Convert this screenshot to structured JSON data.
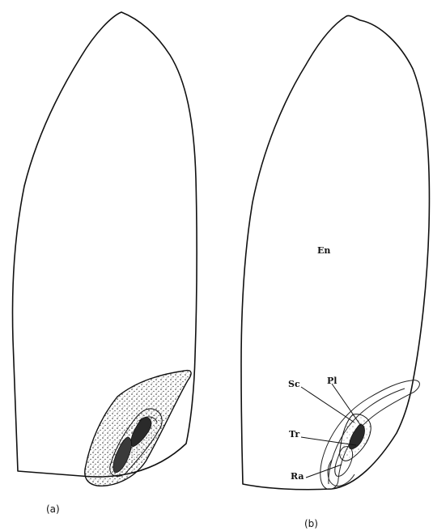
{
  "captions": {
    "a": "(a)",
    "b": "(b)"
  },
  "labels": {
    "en": "En",
    "sc": "Sc",
    "pl": "Pl",
    "tr": "Tr",
    "ra": "Ra"
  }
}
